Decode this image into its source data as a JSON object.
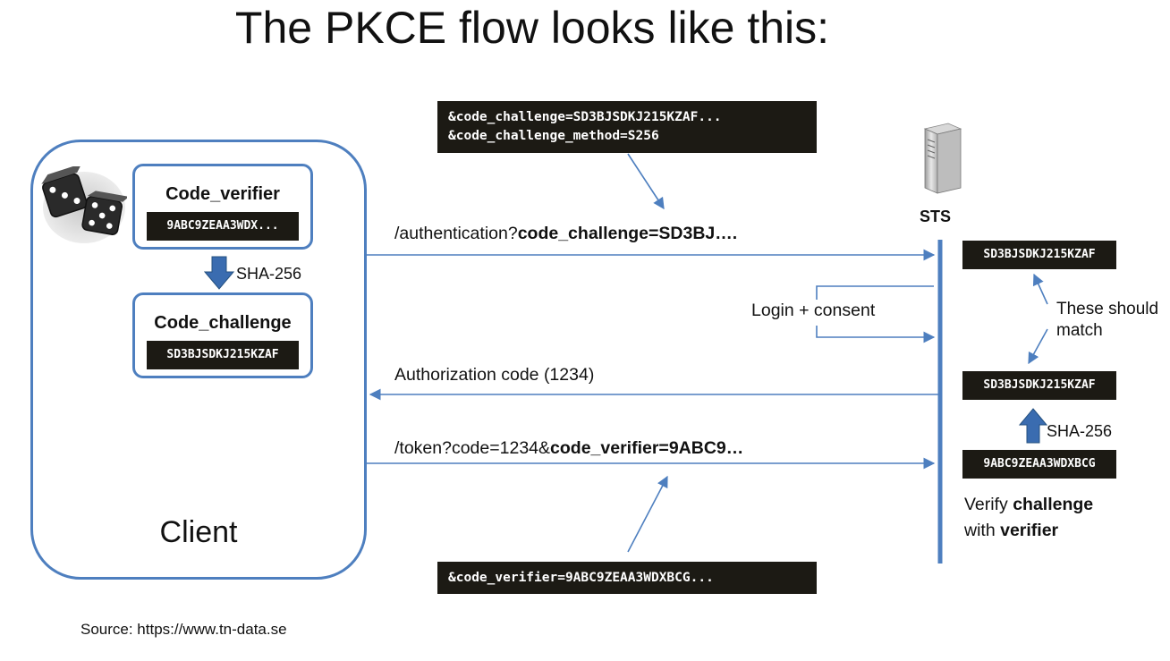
{
  "title": "The PKCE flow looks like this:",
  "top_code": {
    "line1": "&code_challenge=SD3BJSDKJ215KZAF...",
    "line2": "&code_challenge_method=S256"
  },
  "bottom_code": "&code_verifier=9ABC9ZEAA3WDXBCG...",
  "client": {
    "label": "Client",
    "verifier_title": "Code_verifier",
    "verifier_value": "9ABC9ZEAA3WDX...",
    "hash_label": "SHA-256",
    "challenge_title": "Code_challenge",
    "challenge_value": "SD3BJSDKJ215KZAF"
  },
  "sts": {
    "label": "STS",
    "challenge_stored": "SD3BJSDKJ215KZAF",
    "match_line1": "These should",
    "match_line2": "match",
    "challenge_computed": "SD3BJSDKJ215KZAF",
    "hash_label": "SHA-256",
    "verifier_received": "9ABC9ZEAA3WDXBCG",
    "verify": {
      "w1": "Verify ",
      "w2": "challenge",
      "w3": "with ",
      "w4": "verifier"
    }
  },
  "messages": {
    "auth_prefix": "/authentication?",
    "auth_bold": "code_challenge=SD3BJ….",
    "login": "Login + consent",
    "auth_code": "Authorization code (1234)",
    "token_prefix": "/token?code=1234&",
    "token_bold": "code_verifier=9ABC9…"
  },
  "source": "Source: https://www.tn-data.se",
  "colors": {
    "line": "#4e7fbf",
    "code_bg": "#1c1a14",
    "arrow_fill": "#3a6cb0"
  },
  "icons": [
    "dice-icon",
    "server-icon"
  ]
}
